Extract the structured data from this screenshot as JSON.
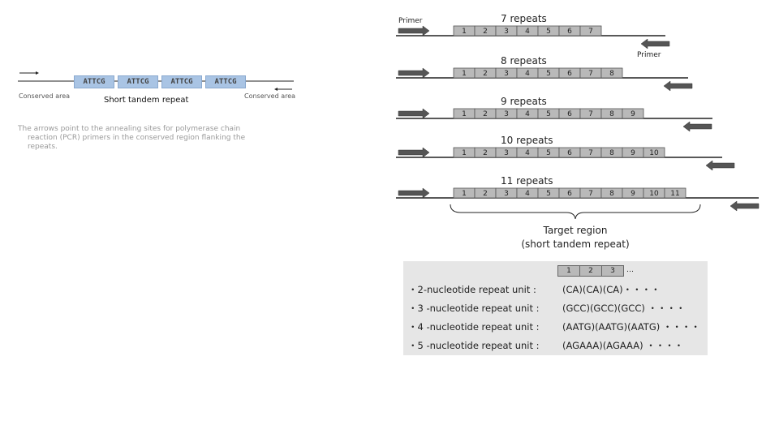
{
  "left_diagram": {
    "boxes": [
      "ATTCG",
      "ATTCG",
      "ATTCG",
      "ATTCG"
    ],
    "left_label": "Conserved area",
    "right_label": "Conserved area",
    "center_label": "Short tandem repeat",
    "caption_lines": [
      "The arrows point to the annealing sites for polymerase chain",
      "reaction (PCR) primers in the conserved region flanking the",
      "repeats."
    ]
  },
  "right_diagram": {
    "primer_left_label": "Primer",
    "primer_right_label": "Primer",
    "rows": [
      {
        "title": "7 repeats",
        "count": 7
      },
      {
        "title": "8 repeats",
        "count": 8
      },
      {
        "title": "9 repeats",
        "count": 9
      },
      {
        "title": "10 repeats",
        "count": 10
      },
      {
        "title": "11 repeats",
        "count": 11
      }
    ],
    "target_label_line1": "Target region",
    "target_label_line2": "(short tandem repeat)"
  },
  "unit_panel": {
    "example_boxes": [
      "1",
      "2",
      "3"
    ],
    "example_ellipsis": "…",
    "rows": [
      {
        "label": "・2-nucleotide repeat unit :",
        "value": "(CA)(CA)(CA)・・・・"
      },
      {
        "label": "・3 -nucleotide repeat unit :",
        "value": "(GCC)(GCC)(GCC) ・・・・"
      },
      {
        "label": "・4 -nucleotide repeat unit :",
        "value": "(AATG)(AATG)(AATG) ・・・・"
      },
      {
        "label": "・5 -nucleotide repeat unit :",
        "value": "(AGAAA)(AGAAA) ・・・・"
      }
    ]
  }
}
